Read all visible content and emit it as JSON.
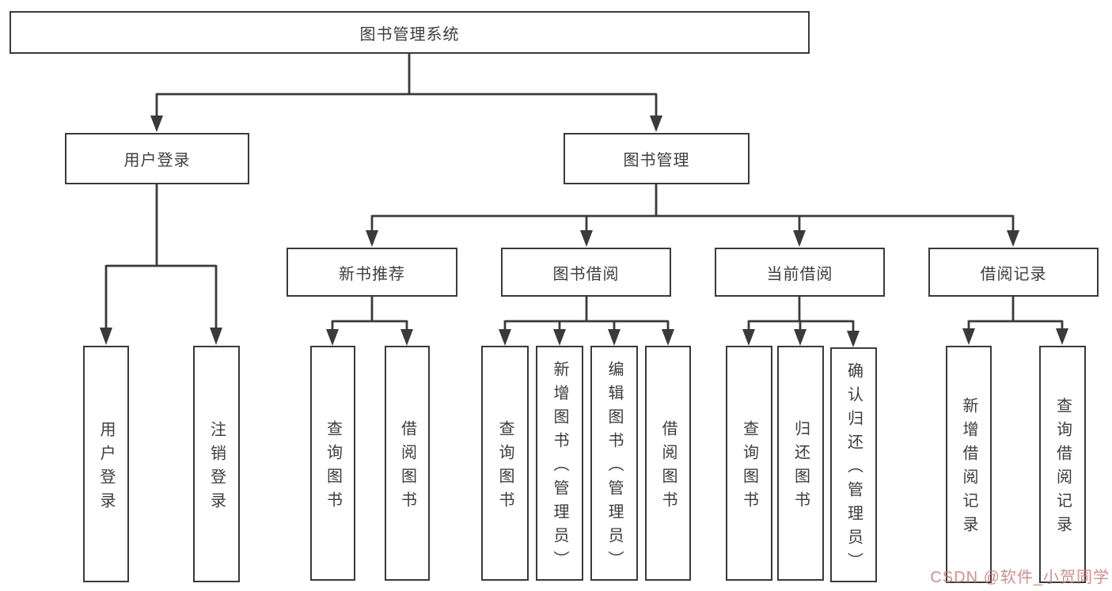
{
  "tree": {
    "label": "图书管理系统",
    "children": [
      {
        "label": "用户登录",
        "children": [
          {
            "label": "用户登录"
          },
          {
            "label": "注销登录"
          }
        ]
      },
      {
        "label": "图书管理",
        "children": [
          {
            "label": "新书推荐",
            "children": [
              {
                "label": "查询图书"
              },
              {
                "label": "借阅图书"
              }
            ]
          },
          {
            "label": "图书借阅",
            "children": [
              {
                "label": "查询图书"
              },
              {
                "label": "新增图书（管理员）"
              },
              {
                "label": "编辑图书（管理员）"
              },
              {
                "label": "借阅图书"
              }
            ]
          },
          {
            "label": "当前借阅",
            "children": [
              {
                "label": "查询图书"
              },
              {
                "label": "归还图书"
              },
              {
                "label": "确认归还（管理员）"
              }
            ]
          },
          {
            "label": "借阅记录",
            "children": [
              {
                "label": "新增借阅记录"
              },
              {
                "label": "查询借阅记录"
              }
            ]
          }
        ]
      }
    ]
  },
  "watermark": {
    "text": "CSDN @软件_小贺同学",
    "color": "#cb7a7a"
  },
  "style": {
    "line_color": "#3a3a3a",
    "text_color": "#3d3d3d",
    "node_background": "#ffffff"
  }
}
